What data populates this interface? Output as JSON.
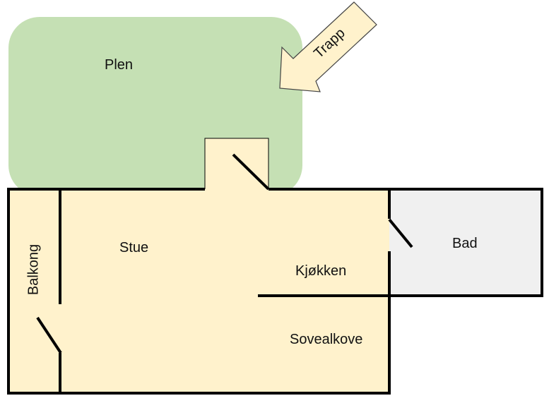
{
  "labels": {
    "lawn": "Plen",
    "stairs": "Trapp",
    "living_room": "Stue",
    "balcony": "Balkong",
    "kitchen": "Kjøkken",
    "bathroom": "Bad",
    "sleeping_alcove": "Sovealkove"
  },
  "colors": {
    "lawn": "#c5e0b4",
    "floor": "#fff2cc",
    "bathroom": "#f0f0f0",
    "wall": "#000000",
    "stairs_arrow": "#fff2cc"
  }
}
